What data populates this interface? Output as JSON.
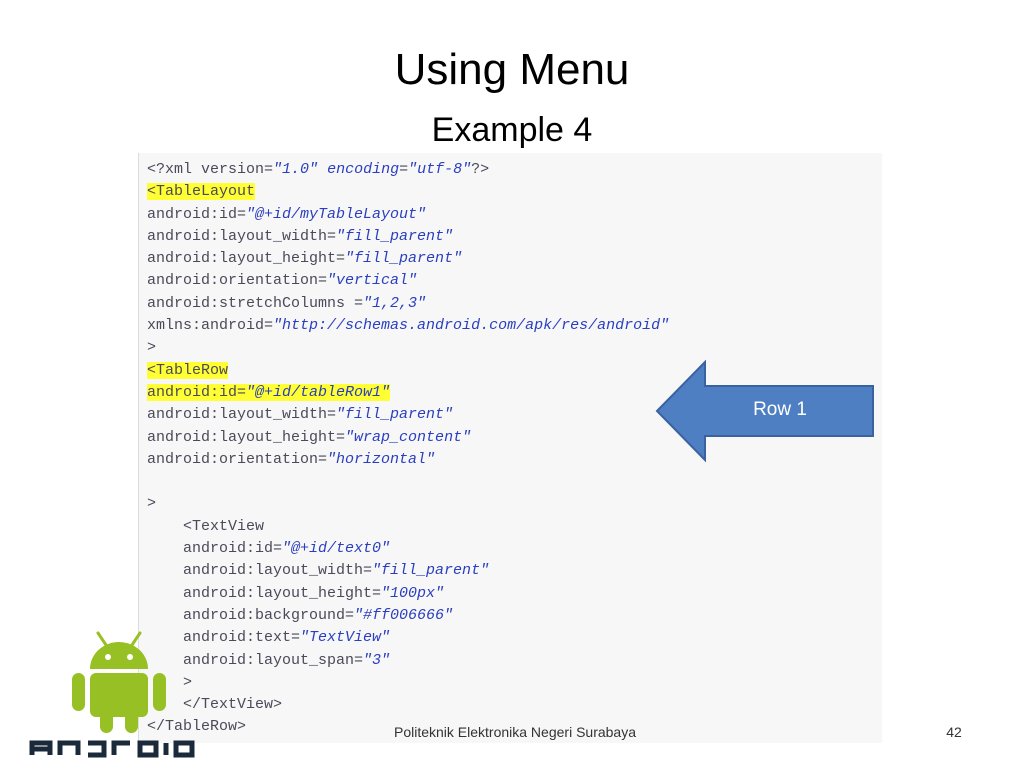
{
  "slide": {
    "title": "Using Menu",
    "subtitle": "Example 4",
    "footer": "Politeknik Elektronika Negeri Surabaya",
    "page_number": "42",
    "callout_label": "Row 1",
    "logo_text": "android"
  },
  "colors": {
    "arrow_fill": "#4f7fc3",
    "arrow_stroke": "#3a62a0",
    "highlight": "#ffff33",
    "string_value": "#2a3fbf",
    "android_green": "#97c024"
  },
  "code": [
    [
      {
        "t": "<?xml version=",
        "c": "plain"
      },
      {
        "t": "\"1.0\"",
        "c": "str"
      },
      {
        "t": " ",
        "c": "plain"
      },
      {
        "t": "encoding",
        "c": "str"
      },
      {
        "t": "=",
        "c": "plain"
      },
      {
        "t": "\"utf-8\"",
        "c": "str"
      },
      {
        "t": "?>",
        "c": "plain"
      }
    ],
    [
      {
        "t": "<TableLayout",
        "c": "hl"
      }
    ],
    [
      {
        "t": "android:id=",
        "c": "plain"
      },
      {
        "t": "\"@+id/myTableLayout\"",
        "c": "str"
      }
    ],
    [
      {
        "t": "android:layout_width=",
        "c": "plain"
      },
      {
        "t": "\"fill_parent\"",
        "c": "str"
      }
    ],
    [
      {
        "t": "android:layout_height=",
        "c": "plain"
      },
      {
        "t": "\"fill_parent\"",
        "c": "str"
      }
    ],
    [
      {
        "t": "android:orientation=",
        "c": "plain"
      },
      {
        "t": "\"vertical\"",
        "c": "str"
      }
    ],
    [
      {
        "t": "android:stretchColumns =",
        "c": "plain"
      },
      {
        "t": "\"1,2,3\"",
        "c": "str"
      }
    ],
    [
      {
        "t": "xmlns:android=",
        "c": "plain"
      },
      {
        "t": "\"http://schemas.android.com/apk/res/android\"",
        "c": "str"
      }
    ],
    [
      {
        "t": ">",
        "c": "plain"
      }
    ],
    [
      {
        "t": "<TableRow",
        "c": "hl"
      }
    ],
    [
      {
        "t": "android:id=",
        "c": "hl"
      },
      {
        "t": "\"@+id/tableRow1\"",
        "c": "hlstr"
      }
    ],
    [
      {
        "t": "android:layout_width=",
        "c": "plain"
      },
      {
        "t": "\"fill_parent\"",
        "c": "str"
      }
    ],
    [
      {
        "t": "android:layout_height=",
        "c": "plain"
      },
      {
        "t": "\"wrap_content\"",
        "c": "str"
      }
    ],
    [
      {
        "t": "android:orientation=",
        "c": "plain"
      },
      {
        "t": "\"horizontal\"",
        "c": "str"
      }
    ],
    [
      {
        "t": "",
        "c": "plain"
      }
    ],
    [
      {
        "t": ">",
        "c": "plain"
      }
    ],
    [
      {
        "t": "    <TextView",
        "c": "plain"
      }
    ],
    [
      {
        "t": "    android:id=",
        "c": "plain"
      },
      {
        "t": "\"@+id/text0\"",
        "c": "str"
      }
    ],
    [
      {
        "t": "    android:layout_width=",
        "c": "plain"
      },
      {
        "t": "\"fill_parent\"",
        "c": "str"
      }
    ],
    [
      {
        "t": "    android:layout_height=",
        "c": "plain"
      },
      {
        "t": "\"100px\"",
        "c": "str"
      }
    ],
    [
      {
        "t": "    android:background=",
        "c": "plain"
      },
      {
        "t": "\"#ff006666\"",
        "c": "str"
      }
    ],
    [
      {
        "t": "    android:text=",
        "c": "plain"
      },
      {
        "t": "\"TextView\"",
        "c": "str"
      }
    ],
    [
      {
        "t": "    android:layout_span=",
        "c": "plain"
      },
      {
        "t": "\"3\"",
        "c": "str"
      }
    ],
    [
      {
        "t": "    >",
        "c": "plain"
      }
    ],
    [
      {
        "t": "    </TextView>",
        "c": "plain"
      }
    ],
    [
      {
        "t": "</TableRow>",
        "c": "plain"
      }
    ]
  ]
}
